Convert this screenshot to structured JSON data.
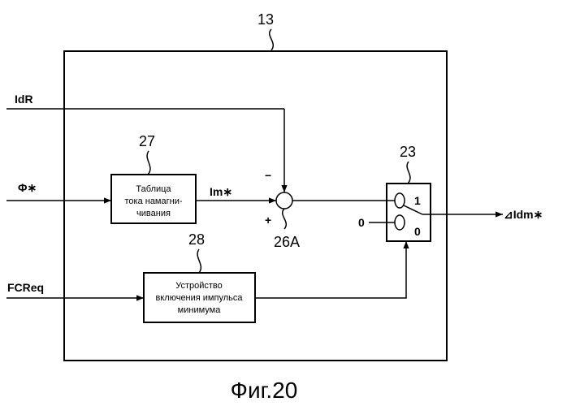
{
  "block": {
    "id": "13"
  },
  "signals": {
    "idr": "IdR",
    "phi": "Φ∗",
    "fcreq": "FCReq",
    "im": "Im∗",
    "output": "⊿Idm∗",
    "zero": "0"
  },
  "table": {
    "id": "27",
    "lines": [
      "Таблица",
      "тока намагни-",
      "чивания"
    ]
  },
  "min_pulse": {
    "id": "28",
    "lines": [
      "Устройство",
      "включения импульса",
      "минимума"
    ]
  },
  "summer": {
    "id": "26A",
    "minus": "−",
    "plus": "+"
  },
  "switch": {
    "id": "23",
    "pos1": "1",
    "pos0": "0"
  },
  "caption": "Фиг.20"
}
